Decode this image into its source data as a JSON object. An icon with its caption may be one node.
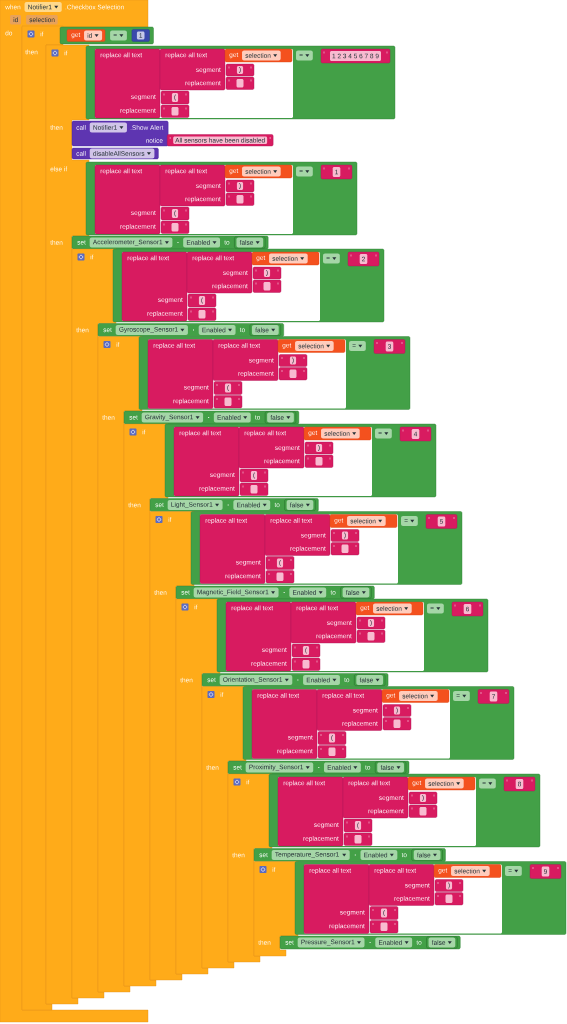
{
  "diagram": {
    "nodes": [
      {
        "text": [
          "when",
          "Notifier1",
          ".Checkbox Selection",
          "do"
        ]
      },
      {
        "text": [
          "id"
        ],
        "in": 0
      },
      {
        "text": [
          "selection"
        ],
        "in": 0
      },
      {
        "text": [
          "if",
          "then"
        ]
      },
      {
        "text": [
          "="
        ]
      },
      {
        "text": [
          "get",
          "id"
        ],
        "in": 4
      },
      {
        "text": [
          "1"
        ],
        "in": 4
      },
      {
        "text": [
          "if",
          "then",
          "else if",
          "then"
        ]
      },
      {
        "text": [
          "="
        ]
      },
      {
        "text": [
          "replace all text",
          "segment",
          "replacement"
        ],
        "in": 8
      },
      {
        "text": [
          "replace all text",
          "segment",
          "replacement"
        ],
        "in": 9
      },
      {
        "text": [
          "get",
          "selection"
        ],
        "in": 9
      },
      {
        "text": [
          ")"
        ],
        "in": 9
      },
      {
        "text": [],
        "shape": "box",
        "in": 9
      },
      {
        "text": [
          "("
        ],
        "in": 9
      },
      {
        "text": [],
        "shape": "box",
        "in": 9
      },
      {
        "text": [
          "1 2 3 4 5 6 7 8 9"
        ],
        "in": 8
      },
      {
        "text": [
          "call",
          "Notifier1",
          ".Show Alert",
          "notice"
        ]
      },
      {
        "text": [
          "All sensors have been disabled"
        ]
      },
      {
        "text": [
          "call",
          "disableAllSensors"
        ]
      },
      {
        "text": [
          "="
        ]
      },
      {
        "text": [
          "replace all text",
          "segment",
          "replacement"
        ],
        "in": 20
      },
      {
        "text": [
          "replace all text",
          "segment",
          "replacement"
        ],
        "in": 21
      },
      {
        "text": [
          "get",
          "selection"
        ],
        "in": 21
      },
      {
        "text": [
          ")"
        ],
        "in": 21
      },
      {
        "text": [],
        "shape": "box",
        "in": 21
      },
      {
        "text": [
          "("
        ],
        "in": 21
      },
      {
        "text": [],
        "shape": "box",
        "in": 21
      },
      {
        "text": [
          "1"
        ],
        "in": 20
      },
      {
        "text": [
          "set",
          "Accelerometer_Sensor1",
          ".",
          "Enabled",
          "to"
        ]
      },
      {
        "text": [
          "false"
        ],
        "in": 29
      },
      {
        "text": [
          "if",
          "then"
        ]
      },
      {
        "text": [
          "="
        ]
      },
      {
        "text": [
          "replace all text",
          "segment",
          "replacement"
        ],
        "in": 32
      },
      {
        "text": [
          "replace all text",
          "segment",
          "replacement"
        ],
        "in": 33
      },
      {
        "text": [
          "get",
          "selection"
        ],
        "in": 33
      },
      {
        "text": [
          ")"
        ],
        "in": 33
      },
      {
        "text": [],
        "shape": "box",
        "in": 33
      },
      {
        "text": [
          "("
        ],
        "in": 33
      },
      {
        "text": [],
        "shape": "box",
        "in": 33
      },
      {
        "text": [
          "2"
        ],
        "in": 32
      },
      {
        "text": [
          "set",
          "Gyroscope_Sensor1",
          ".",
          "Enabled",
          "to"
        ]
      },
      {
        "text": [
          "false"
        ],
        "in": 41
      },
      {
        "text": [
          "if",
          "then"
        ]
      },
      {
        "text": [
          "="
        ]
      },
      {
        "text": [
          "replace all text",
          "segment",
          "replacement"
        ],
        "in": 44
      },
      {
        "text": [
          "replace all text",
          "segment",
          "replacement"
        ],
        "in": 45
      },
      {
        "text": [
          "get",
          "selection"
        ],
        "in": 45
      },
      {
        "text": [
          ")"
        ],
        "in": 45
      },
      {
        "text": [],
        "shape": "box",
        "in": 45
      },
      {
        "text": [
          "("
        ],
        "in": 45
      },
      {
        "text": [],
        "shape": "box",
        "in": 45
      },
      {
        "text": [
          "3"
        ],
        "in": 44
      },
      {
        "text": [
          "set",
          "Gravity_Sensor1",
          ".",
          "Enabled",
          "to"
        ]
      },
      {
        "text": [
          "false"
        ],
        "in": 53
      },
      {
        "text": [
          "if",
          "then"
        ]
      },
      {
        "text": [
          "="
        ]
      },
      {
        "text": [
          "replace all text",
          "segment",
          "replacement"
        ],
        "in": 56
      },
      {
        "text": [
          "replace all text",
          "segment",
          "replacement"
        ],
        "in": 57
      },
      {
        "text": [
          "get",
          "selection"
        ],
        "in": 57
      },
      {
        "text": [
          ")"
        ],
        "in": 57
      },
      {
        "text": [],
        "shape": "box",
        "in": 57
      },
      {
        "text": [
          "("
        ],
        "in": 57
      },
      {
        "text": [],
        "shape": "box",
        "in": 57
      },
      {
        "text": [
          "4"
        ],
        "in": 56
      },
      {
        "text": [
          "set",
          "Light_Sensor1",
          ".",
          "Enabled",
          "to"
        ]
      },
      {
        "text": [
          "false"
        ],
        "in": 65
      },
      {
        "text": [
          "if",
          "then"
        ]
      },
      {
        "text": [
          "="
        ]
      },
      {
        "text": [
          "replace all text",
          "segment",
          "replacement"
        ],
        "in": 68
      },
      {
        "text": [
          "replace all text",
          "segment",
          "replacement"
        ],
        "in": 69
      },
      {
        "text": [
          "get",
          "selection"
        ],
        "in": 69
      },
      {
        "text": [
          ")"
        ],
        "in": 69
      },
      {
        "text": [],
        "shape": "box",
        "in": 69
      },
      {
        "text": [
          "("
        ],
        "in": 69
      },
      {
        "text": [],
        "shape": "box",
        "in": 69
      },
      {
        "text": [
          "5"
        ],
        "in": 68
      },
      {
        "text": [
          "set",
          "Magnetic_Field_Sensor1",
          ".",
          "Enabled",
          "to"
        ]
      },
      {
        "text": [
          "false"
        ],
        "in": 77
      },
      {
        "text": [
          "if",
          "then"
        ]
      },
      {
        "text": [
          "="
        ]
      },
      {
        "text": [
          "replace all text",
          "segment",
          "replacement"
        ],
        "in": 80
      },
      {
        "text": [
          "replace all text",
          "segment",
          "replacement"
        ],
        "in": 81
      },
      {
        "text": [
          "get",
          "selection"
        ],
        "in": 81
      },
      {
        "text": [
          ")"
        ],
        "in": 81
      },
      {
        "text": [],
        "shape": "box",
        "in": 81
      },
      {
        "text": [
          "("
        ],
        "in": 81
      },
      {
        "text": [],
        "shape": "box",
        "in": 81
      },
      {
        "text": [
          "6"
        ],
        "in": 80
      },
      {
        "text": [
          "set",
          "Orientation_Sensor1",
          ".",
          "Enabled",
          "to"
        ]
      },
      {
        "text": [
          "false"
        ],
        "in": 89
      },
      {
        "text": [
          "if",
          "then"
        ]
      },
      {
        "text": [
          "="
        ]
      },
      {
        "text": [
          "replace all text",
          "segment",
          "replacement"
        ],
        "in": 92
      },
      {
        "text": [
          "replace all text",
          "segment",
          "replacement"
        ],
        "in": 93
      },
      {
        "text": [
          "get",
          "selection"
        ],
        "in": 93
      },
      {
        "text": [
          ")"
        ],
        "in": 93
      },
      {
        "text": [],
        "shape": "box",
        "in": 93
      },
      {
        "text": [
          "("
        ],
        "in": 93
      },
      {
        "text": [],
        "shape": "box",
        "in": 93
      },
      {
        "text": [
          "7"
        ],
        "in": 92
      },
      {
        "text": [
          "set",
          "Proximity_Sensor1",
          ".",
          "Enabled",
          "to"
        ]
      },
      {
        "text": [
          "false"
        ],
        "in": 101
      },
      {
        "text": [
          "if",
          "then"
        ]
      },
      {
        "text": [
          "="
        ]
      },
      {
        "text": [
          "replace all text",
          "segment",
          "replacement"
        ],
        "in": 104
      },
      {
        "text": [
          "replace all text",
          "segment",
          "replacement"
        ],
        "in": 105
      },
      {
        "text": [
          "get",
          "selection"
        ],
        "in": 105
      },
      {
        "text": [
          ")"
        ],
        "in": 105
      },
      {
        "text": [],
        "shape": "box",
        "in": 105
      },
      {
        "text": [
          "("
        ],
        "in": 105
      },
      {
        "text": [],
        "shape": "box",
        "in": 105
      },
      {
        "text": [
          "8"
        ],
        "in": 104
      },
      {
        "text": [
          "set",
          "Temperature_Sensor1",
          ".",
          "Enabled",
          "to"
        ]
      },
      {
        "text": [
          "false"
        ],
        "in": 113
      },
      {
        "text": [
          "if",
          "then"
        ]
      },
      {
        "text": [
          "="
        ]
      },
      {
        "text": [
          "replace all text",
          "segment",
          "replacement"
        ],
        "in": 116
      },
      {
        "text": [
          "replace all text",
          "segment",
          "replacement"
        ],
        "in": 117
      },
      {
        "text": [
          "get",
          "selection"
        ],
        "in": 117
      },
      {
        "text": [
          ")"
        ],
        "in": 117
      },
      {
        "text": [],
        "shape": "box",
        "in": 117
      },
      {
        "text": [
          "("
        ],
        "in": 117
      },
      {
        "text": [],
        "shape": "box",
        "in": 117
      },
      {
        "text": [
          "9"
        ],
        "in": 116
      },
      {
        "text": [
          "set",
          "Pressure_Sensor1",
          ".",
          "Enabled",
          "to"
        ]
      },
      {
        "text": [
          "false"
        ],
        "in": 125
      }
    ]
  }
}
